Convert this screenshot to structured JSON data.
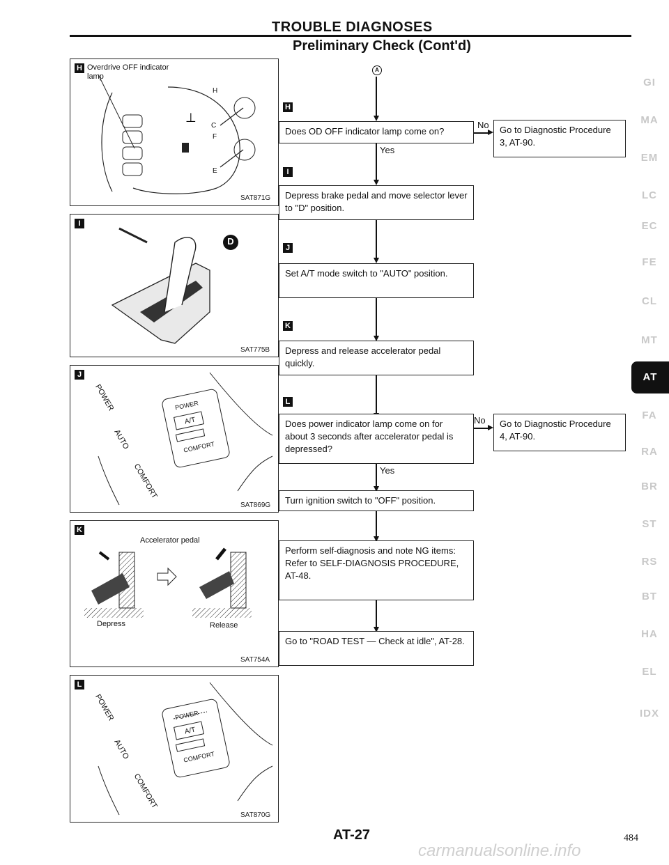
{
  "header": {
    "title": "TROUBLE DIAGNOSES",
    "subtitle": "Preliminary Check (Cont'd)"
  },
  "panels": {
    "h": {
      "tag": "H",
      "label": "Overdrive OFF indicator lamp",
      "code": "SAT871G",
      "gauge_marks": [
        "H",
        "C",
        "F",
        "E"
      ]
    },
    "i": {
      "tag": "I",
      "code": "SAT775B",
      "position": "D"
    },
    "j": {
      "tag": "J",
      "code": "SAT869G",
      "modes": [
        "POWER",
        "AUTO",
        "COMFORT"
      ],
      "switch_labels": [
        "POWER",
        "A/T",
        "COMFORT"
      ]
    },
    "k": {
      "tag": "K",
      "code": "SAT754A",
      "title": "Accelerator pedal",
      "depress": "Depress",
      "release": "Release"
    },
    "l": {
      "tag": "L",
      "code": "SAT870G",
      "modes": [
        "POWER",
        "AUTO",
        "COMFORT"
      ],
      "switch_labels": [
        "POWER",
        "A/T",
        "COMFORT"
      ]
    }
  },
  "flow": {
    "start_marker": "A",
    "steps": {
      "s1": {
        "tag": "H",
        "text": "Does OD OFF indicator lamp come on?"
      },
      "s2": {
        "tag": "I",
        "text": "Depress brake pedal and move selector lever to \"D\" position."
      },
      "s3": {
        "tag": "J",
        "text": "Set A/T mode switch to \"AUTO\" position."
      },
      "s4": {
        "tag": "K",
        "text": "Depress and release accelerator pedal quickly."
      },
      "s5": {
        "tag": "L",
        "text": "Does power indicator lamp come on for about 3 seconds after accelerator pedal is depressed?"
      },
      "s6": {
        "text": "Turn ignition switch to \"OFF\" position."
      },
      "s7": {
        "text": "Perform self-diagnosis and note NG items: Refer to SELF-DIAGNOSIS PROCEDURE, AT-48."
      },
      "s8": {
        "text": "Go to \"ROAD TEST — Check at idle\", AT-28."
      }
    },
    "no_targets": {
      "n1": "Go to Diagnostic Procedure 3, AT-90.",
      "n2": "Go to Diagnostic Procedure 4, AT-90."
    },
    "yes_label": "Yes",
    "no_label": "No"
  },
  "sidebar": {
    "items": [
      "GI",
      "MA",
      "EM",
      "LC",
      "EC",
      "FE",
      "CL",
      "MT",
      "AT",
      "FA",
      "RA",
      "BR",
      "ST",
      "RS",
      "BT",
      "HA",
      "EL",
      "IDX"
    ],
    "active": "AT"
  },
  "footer": {
    "page_code": "AT-27",
    "page_number": "484",
    "watermark": "carmanualsonline.info"
  }
}
